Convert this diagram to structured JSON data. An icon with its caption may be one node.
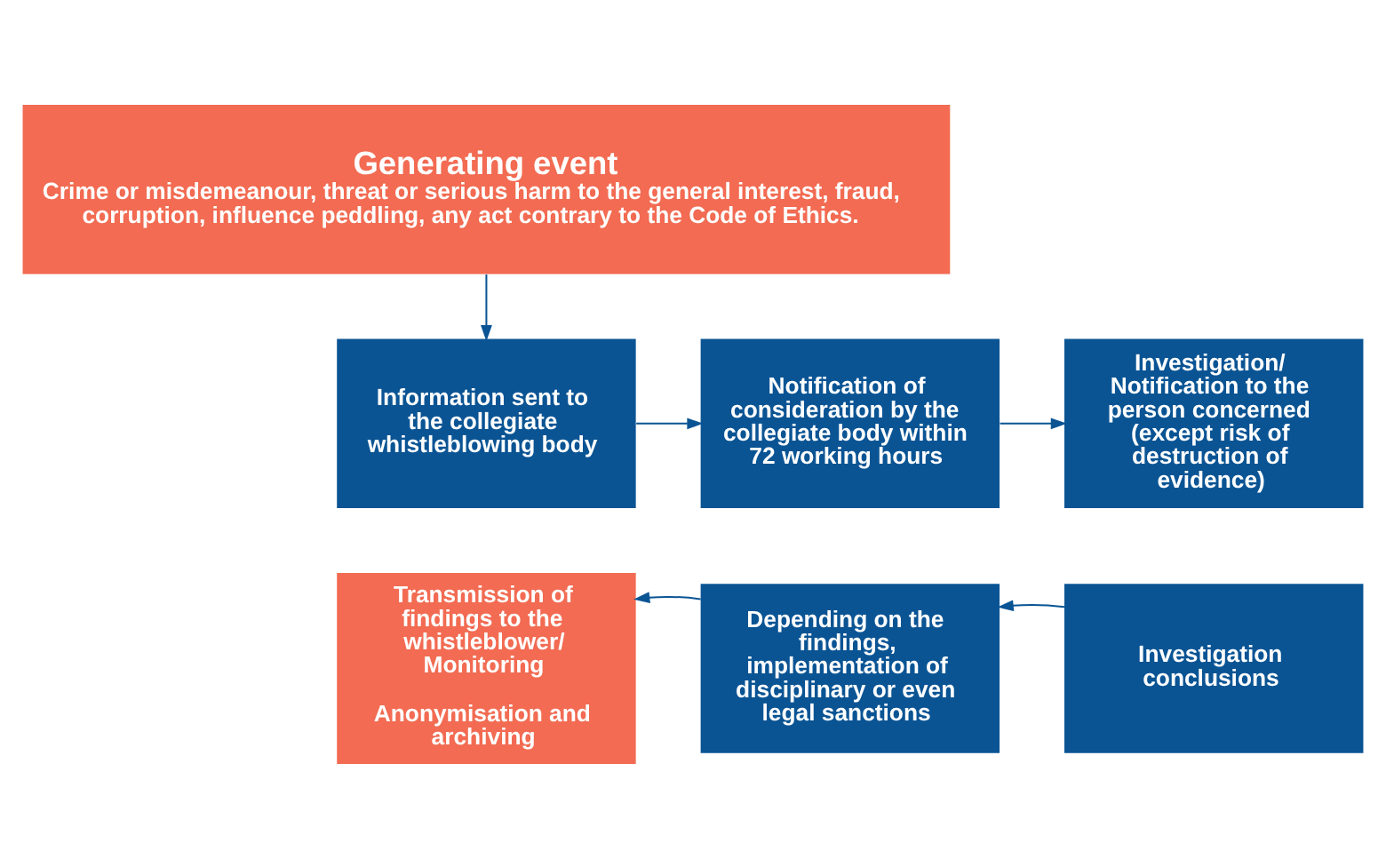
{
  "diagram": {
    "nodes": [
      {
        "text": [
          "Generating event",
          "Crime or misdemeanour, threat or serious harm to the general interest, fraud, corruption, influence peddling, any act contrary to the Code of Ethics."
        ]
      },
      {
        "text": [
          "Information sent to the collegiate whistleblowing body"
        ]
      },
      {
        "text": [
          "Notification of consideration by the collegiate body within 72 working hours"
        ]
      },
      {
        "text": [
          "Investigation/ Notification to the person concerned (except risk of destruction of evidence)"
        ]
      },
      {
        "text": [
          "Transmission of findings to the whistleblower/ Monitoring",
          "Anonymisation and archiving"
        ]
      },
      {
        "text": [
          "Depending on the findings, implementation of disciplinary or even legal sanctions"
        ]
      },
      {
        "text": [
          "Investigation conclusions"
        ]
      }
    ],
    "edges": [
      {
        "from": 0,
        "to": 1,
        "arrow": "to"
      },
      {
        "from": 1,
        "to": 2,
        "arrow": "to"
      },
      {
        "from": 2,
        "to": 3,
        "arrow": "to"
      },
      {
        "from": 6,
        "to": 5,
        "arrow": "to"
      },
      {
        "from": 5,
        "to": 4,
        "arrow": "to"
      }
    ]
  }
}
